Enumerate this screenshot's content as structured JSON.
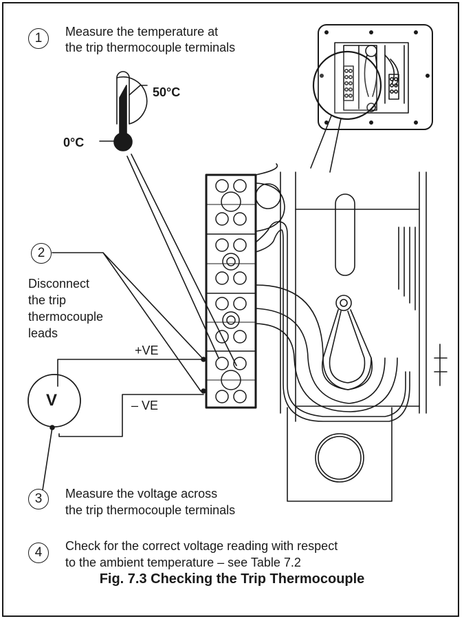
{
  "steps": [
    {
      "number": "1",
      "lines": [
        "Measure the temperature at",
        "the trip thermocouple terminals"
      ]
    },
    {
      "number": "2",
      "lines": [
        "Disconnect",
        "the trip",
        "thermocouple",
        "leads"
      ]
    },
    {
      "number": "3",
      "lines": [
        "Measure the voltage across",
        "the trip thermocouple terminals"
      ]
    },
    {
      "number": "4",
      "lines": [
        "Check for the correct voltage reading with respect",
        "to the ambient temperature – see Table 7.2"
      ]
    }
  ],
  "thermometer": {
    "high_label": "50°C",
    "low_label": "0°C"
  },
  "meter": {
    "symbol": "V",
    "positive_label": "+VE",
    "negative_label": "– VE"
  },
  "caption": "Fig. 7.3 Checking the Trip Thermocouple",
  "colors": {
    "ink": "#1a1a1a",
    "background": "#ffffff"
  }
}
